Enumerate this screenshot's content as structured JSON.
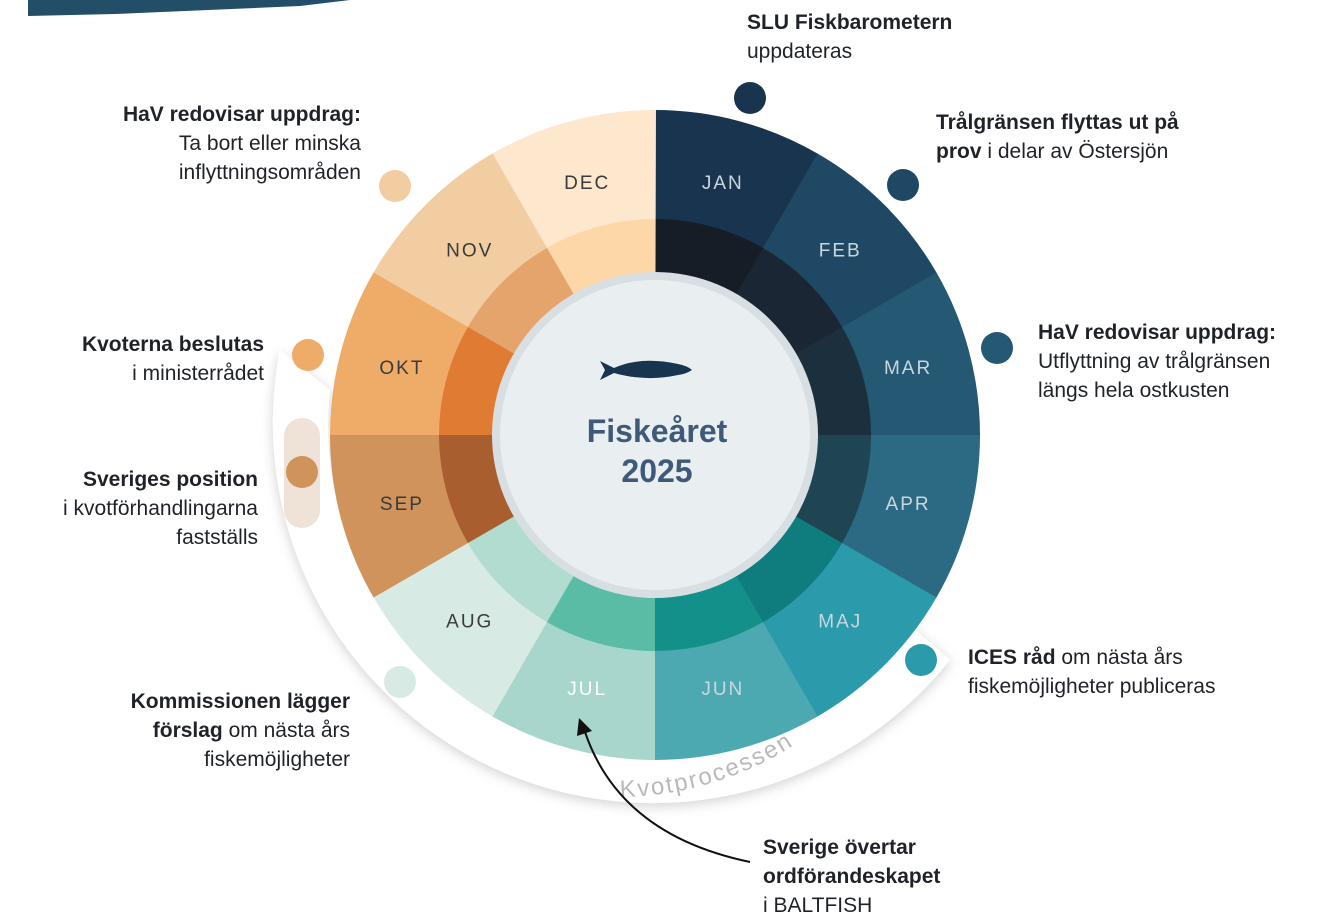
{
  "center": {
    "title_line1": "Fiskeåret",
    "title_line2": "2025"
  },
  "arc_label": "Kvotprocessen",
  "months": [
    {
      "label": "JAN",
      "outer": "#18344f",
      "inner": "#161d27"
    },
    {
      "label": "FEB",
      "outer": "#1e4864",
      "inner": "#1a2633"
    },
    {
      "label": "MAR",
      "outer": "#245873",
      "inner": "#1c2f3d"
    },
    {
      "label": "APR",
      "outer": "#2c6a84",
      "inner": "#1f4452"
    },
    {
      "label": "MAJ",
      "outer": "#2b9aab",
      "inner": "#0f7c7e"
    },
    {
      "label": "JUN",
      "outer": "#4da9b1",
      "inner": "#14908a"
    },
    {
      "label": "JUL",
      "outer": "#a8d6cc",
      "inner": "#5bbca5"
    },
    {
      "label": "AUG",
      "outer": "#d7ebe4",
      "inner": "#b2dccf"
    },
    {
      "label": "SEP",
      "outer": "#d0935c",
      "inner": "#a85e2e"
    },
    {
      "label": "OKT",
      "outer": "#eeac68",
      "inner": "#e07b33"
    },
    {
      "label": "NOV",
      "outer": "#f3cda2",
      "inner": "#e5a46c"
    },
    {
      "label": "DEC",
      "outer": "#fde7cd",
      "inner": "#fdd7a8"
    }
  ],
  "callouts": {
    "slu": {
      "bold": "SLU Fiskbarometern",
      "text": "uppdateras",
      "color": "#18344f"
    },
    "tral": {
      "bold": "Trålgränsen flyttas ut på prov",
      "text": " i delar av Östersjön",
      "color": "#1e4864"
    },
    "hav_mar": {
      "bold": "HaV redovisar uppdrag:",
      "text": " Utflyttning av trålgränsen längs hela ostkusten",
      "color": "#245873"
    },
    "ices": {
      "bold": "ICES råd",
      "text": " om nästa års fiskemöjligheter publiceras",
      "color": "#2b9aab"
    },
    "baltfish": {
      "bold": "Sverige övertar ordförandeskapet",
      "text": "i BALTFISH"
    },
    "kommission": {
      "bold_a": "Kommissionen lägger",
      "bold_b": "förslag",
      "text": " om nästa års fiskemöjligheter",
      "color": "#d7ebe4"
    },
    "sveriges": {
      "bold": "Sveriges position",
      "text": "i kvotförhandlingarna fastställs",
      "color": "#d0935c"
    },
    "kvoterna": {
      "bold": "Kvoterna beslutas",
      "text": "i ministerrådet",
      "color": "#eeac68"
    },
    "hav_nov": {
      "bold": "HaV redovisar uppdrag:",
      "text": "Ta bort eller minska inflyttningsområden",
      "color": "#f3cda2"
    }
  },
  "colors": {
    "center_fill": "#e9eef0",
    "center_ring": "#d8dfe3",
    "title_color": "#3e5a78",
    "banner": "#234e68",
    "arc_bg": "#ffffff",
    "arc_text": "#b9b9b9",
    "highlight": "#efe2d6"
  },
  "icons": {
    "center": "fish-icon",
    "arrow": "curved-arrow-icon"
  }
}
